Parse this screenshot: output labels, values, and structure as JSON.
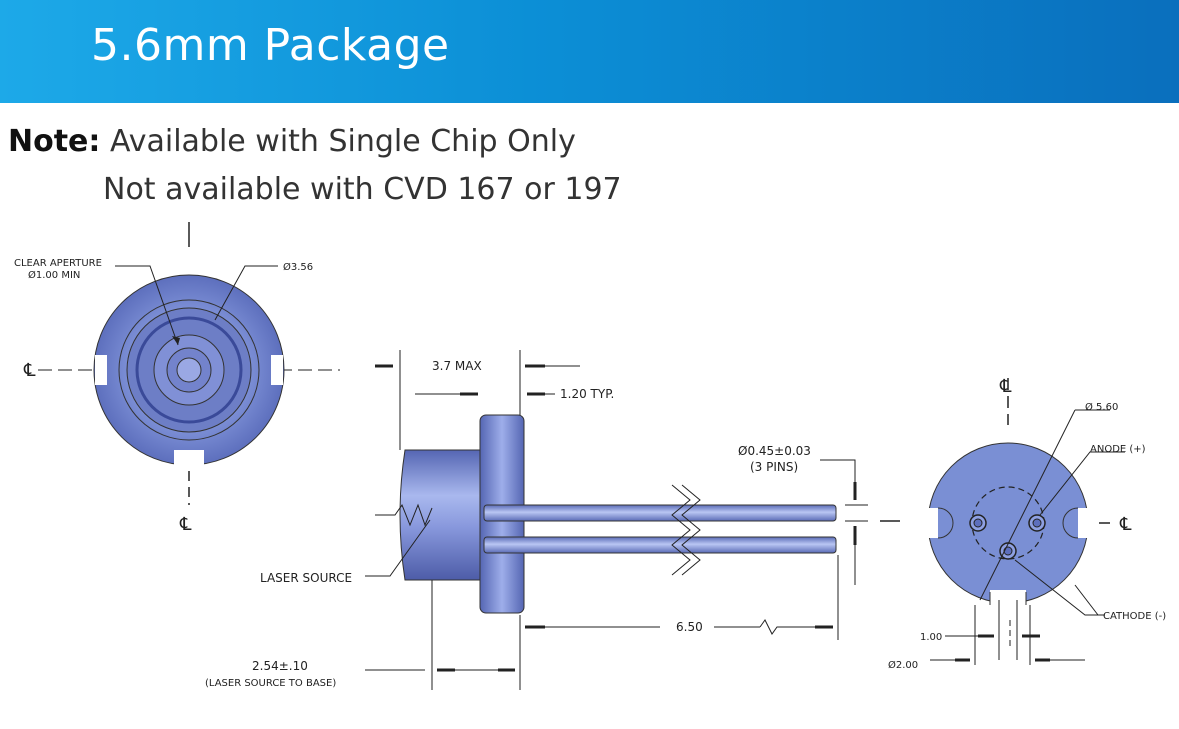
{
  "header": {
    "title": "5.6mm Package"
  },
  "note": {
    "label": "Note:",
    "line1": "Available with Single Chip Only",
    "line2": "Not available with CVD 167 or 197"
  },
  "front_view": {
    "clear_aperture_label": "CLEAR APERTURE",
    "clear_aperture_value": "Ø1.00 MIN",
    "diameter": "Ø3.56",
    "centerline": "℄"
  },
  "side_view": {
    "max_length": "3.7 MAX",
    "flange_typ": "1.20 TYP.",
    "pin_diameter": "Ø0.45±0.03",
    "pin_count": "(3 PINS)",
    "laser_source": "LASER SOURCE",
    "pin_length": "6.50",
    "source_to_base": "2.54±.10",
    "source_to_base_note": "(LASER SOURCE TO BASE)"
  },
  "rear_view": {
    "diameter": "Ø 5.60",
    "anode": "ANODE (+)",
    "cathode": "CATHODE (-)",
    "pin_spacing": "1.00",
    "bottom_dim": "Ø2.00",
    "centerline": "℄"
  },
  "colors": {
    "banner_start": "#1da9e8",
    "banner_end": "#0a6fbd",
    "package_blue": "#7a8fd4"
  }
}
